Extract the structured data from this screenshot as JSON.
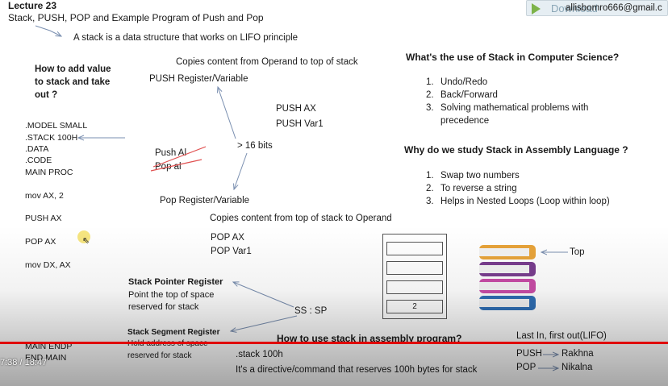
{
  "lecture": {
    "number": "Lecture 23",
    "title": "Stack, PUSH, POP and Example Program of Push and Pop"
  },
  "definition": "A stack is a data structure that works on LIFO principle",
  "how_to": {
    "line1": "How to add value",
    "line2": "to stack and take",
    "line3": "out ?"
  },
  "program": {
    "lines": [
      ".MODEL SMALL",
      ".STACK 100H",
      ".DATA",
      ".CODE",
      "MAIN PROC"
    ],
    "mov_ax": "mov AX, 2",
    "push_ax": "PUSH AX",
    "pop_ax": "POP AX",
    "mov_dx": "mov DX, AX",
    "endp": "MAIN ENDP",
    "end": "END MAIN"
  },
  "push_section": {
    "copies": "Copies content from Operand to top of stack",
    "label": "PUSH Register/Variable",
    "ex1": "PUSH AX",
    "ex2": "PUSH Var1",
    "bits": "> 16 bits",
    "wrong1": "Push Al",
    "wrong2": "Pop al"
  },
  "pop_section": {
    "label": "Pop Register/Variable",
    "copies": "Copies content from top of stack to Operand",
    "ex1": "POP AX",
    "ex2": "POP Var1"
  },
  "uses": {
    "heading": "What's the use of Stack in Computer Science?",
    "items": [
      "Undo/Redo",
      "Back/Forward",
      "Solving mathematical problems with precedence"
    ]
  },
  "why": {
    "heading": "Why do we study Stack in Assembly Language ?",
    "items": [
      "Swap two numbers",
      "To reverse a string",
      "Helps in Nested Loops (Loop within loop)"
    ]
  },
  "registers": {
    "sp_title": "Stack Pointer Register",
    "sp_desc1": "Point the top of space",
    "sp_desc2": "reserved for stack",
    "ss_sp": "SS : SP",
    "ss_title": "Stack Segment Register",
    "ss_desc1": "Hold address of space",
    "ss_desc2": "reserved for stack"
  },
  "stack_box": {
    "value": "2"
  },
  "books": {
    "top_label": "Top",
    "colors": [
      "#e8a43a",
      "#7a3e8f",
      "#c94da7",
      "#2f6fb5"
    ]
  },
  "lifo": {
    "label": "Last In, first out(LIFO)",
    "push": "PUSH",
    "push_word": "Rakhna",
    "pop": "POP",
    "pop_word": "Nikalna"
  },
  "how_use": {
    "heading": "How to use stack in assembly program?",
    "directive": ".stack 100h",
    "explain": "It's a directive/command that  reserves 100h bytes for stack"
  },
  "player": {
    "time": "7:38 / 18:47",
    "progress": 0.406
  },
  "download": {
    "text": "Download",
    "email": "allisbomro666@gmail.c"
  },
  "colors": {
    "progress": "#e00000",
    "arrow": "#7a8fb0",
    "cross": "#e05050"
  }
}
